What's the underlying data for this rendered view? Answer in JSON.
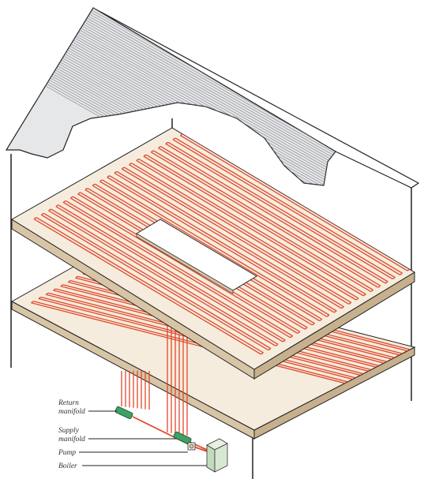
{
  "labels": {
    "return_manifold_line1": "Return",
    "return_manifold_line2": "manifold",
    "supply_manifold_line1": "Supply",
    "supply_manifold_line2": "manifold",
    "pump": "Pump",
    "boiler": "Boiler"
  },
  "colors": {
    "pipe": "#e0492c",
    "slab_top": "#f5ecdd",
    "slab_side": "#d8c5a6",
    "roof": "#c9ccd0",
    "manifold": "#3fa063",
    "boiler": "#d7e7d2",
    "outline": "#222222"
  },
  "icons": {
    "return_manifold": "manifold-icon",
    "supply_manifold": "manifold-icon",
    "pump": "pump-icon",
    "boiler": "boiler-icon"
  }
}
